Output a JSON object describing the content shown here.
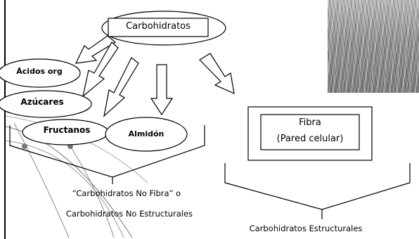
{
  "diagram": {
    "root_label": "Carbohidratos",
    "nodes": {
      "acidos": "Ácidos org",
      "azucares": "Azúcares",
      "fructanos": "Fructanos",
      "almidon": "Almidón"
    },
    "fibra": {
      "line1": "Fibra",
      "line2": "(Pared celular)"
    },
    "non_fiber_caption": {
      "line1": "“Carbohidratos No Fibra”  o",
      "line2": "Carbohidratos No Estructurales"
    },
    "structural_caption": "Carbohidratos Estructurales"
  },
  "photo": {
    "subject": "grass-field-photo"
  }
}
